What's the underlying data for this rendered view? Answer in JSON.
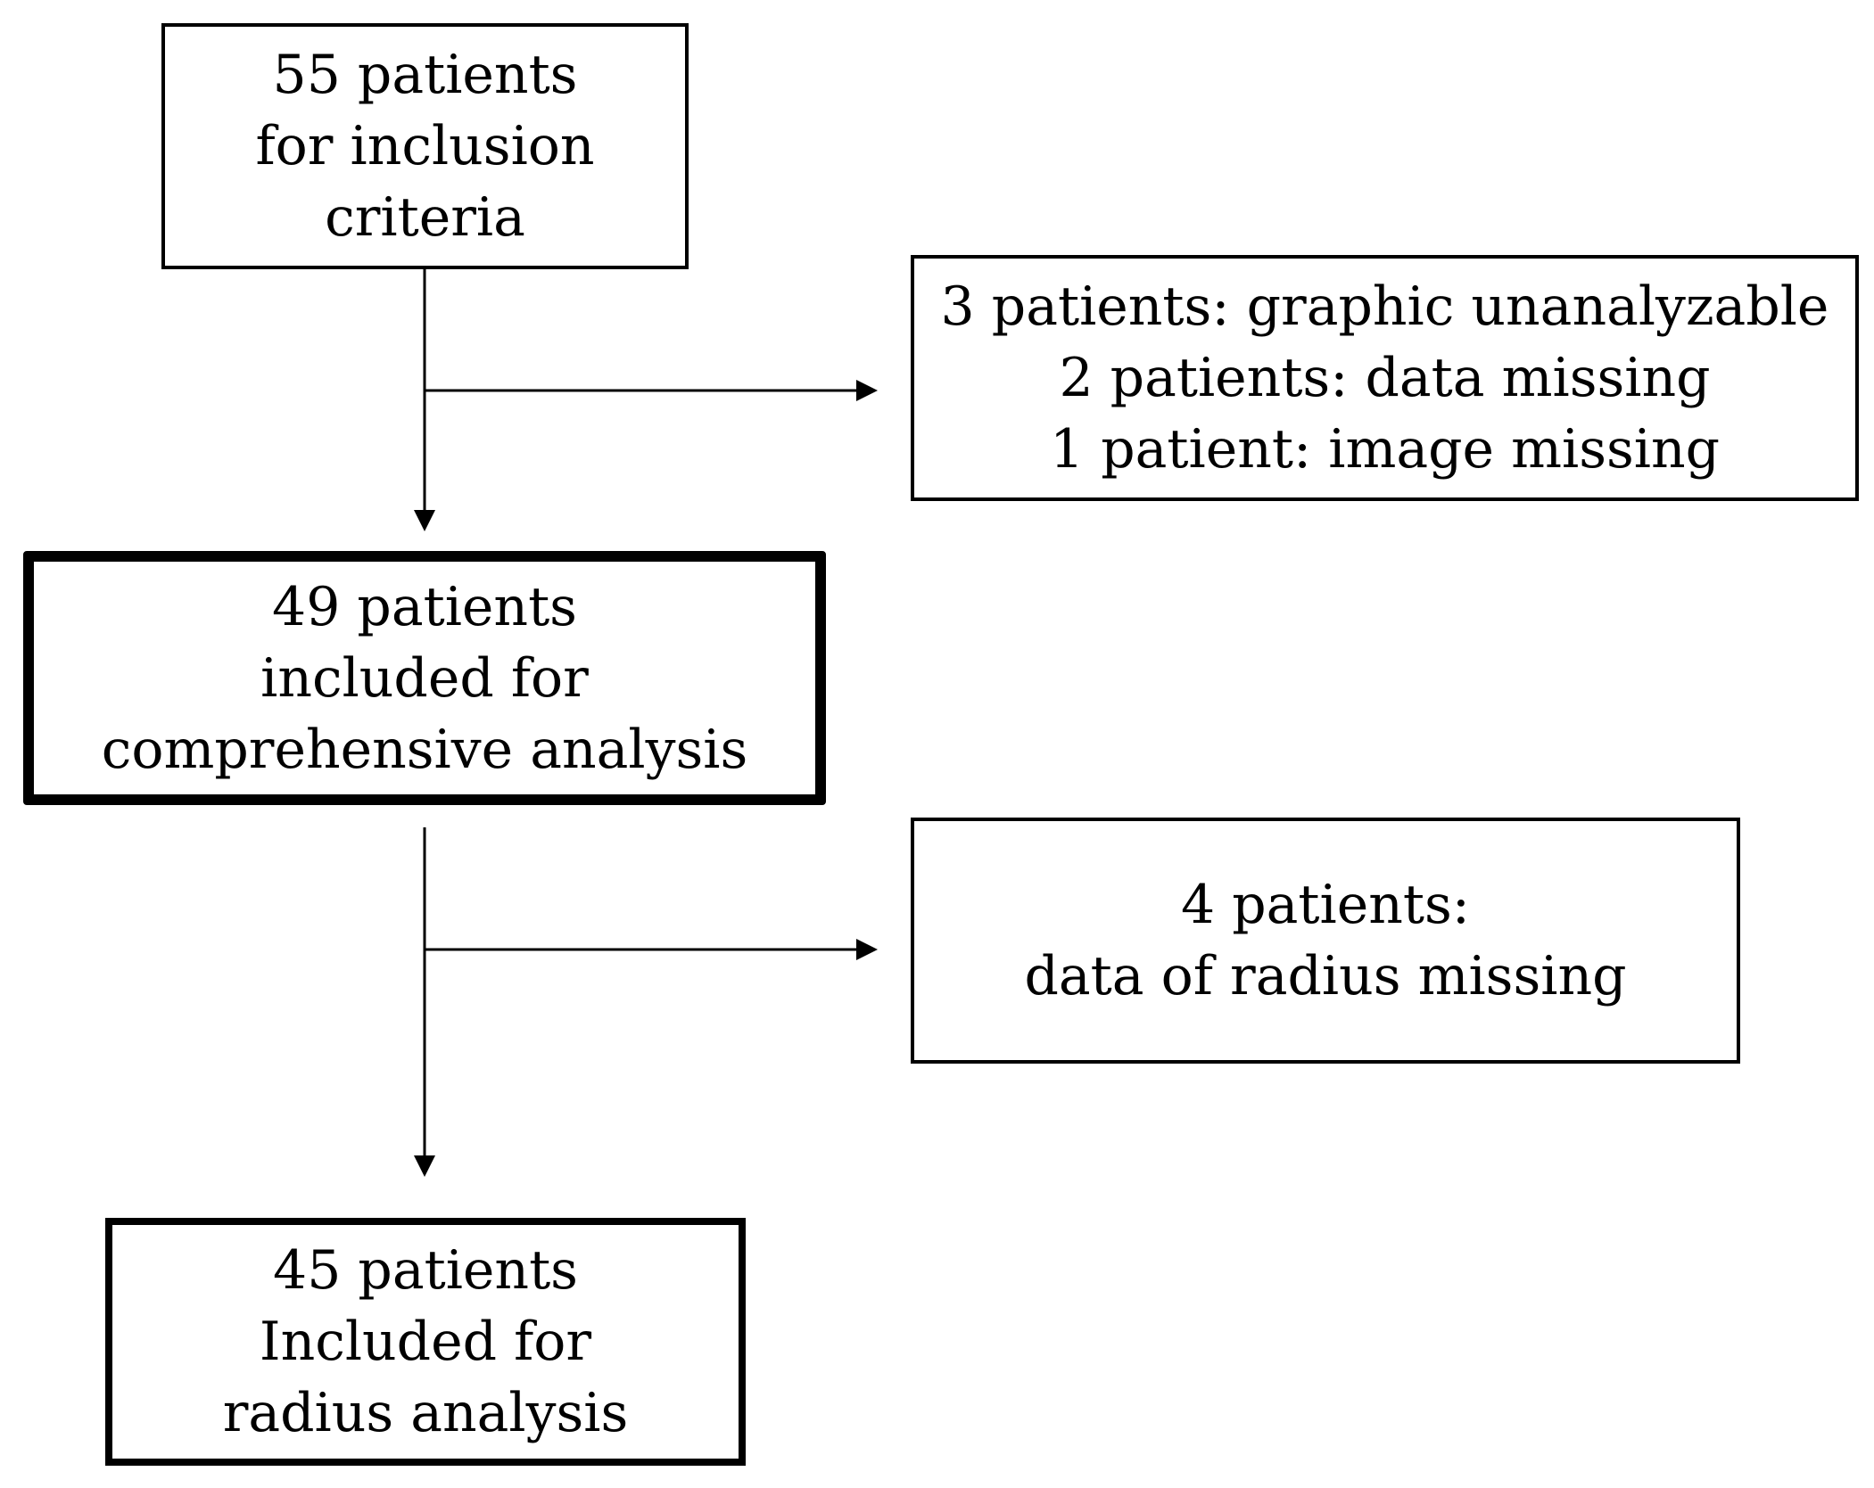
{
  "flowchart": {
    "boxes": [
      {
        "id": "screened",
        "lines": [
          "55 patients",
          "for inclusion",
          "criteria"
        ]
      },
      {
        "id": "excluded-1",
        "lines": [
          "3 patients: graphic unanalyzable",
          "2 patients: data missing",
          "1 patient: image missing"
        ]
      },
      {
        "id": "included-comprehensive",
        "lines": [
          "49 patients",
          "included for",
          "comprehensive analysis"
        ]
      },
      {
        "id": "excluded-2",
        "lines": [
          "4 patients:",
          "data of radius missing"
        ]
      },
      {
        "id": "included-radius",
        "lines": [
          "45 patients",
          "Included for",
          "radius analysis"
        ]
      }
    ],
    "colors": {
      "stroke": "#000000",
      "background": "#ffffff"
    }
  }
}
